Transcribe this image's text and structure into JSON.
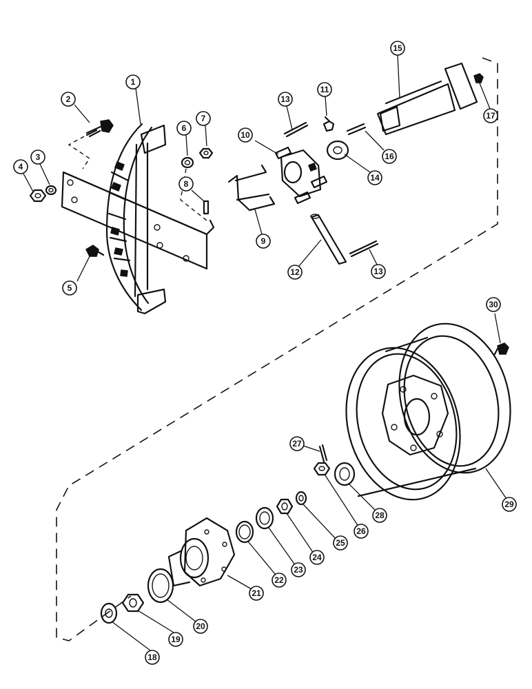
{
  "diagram": {
    "callouts": [
      {
        "id": "1",
        "label": "1"
      },
      {
        "id": "2",
        "label": "2"
      },
      {
        "id": "3",
        "label": "3"
      },
      {
        "id": "4",
        "label": "4"
      },
      {
        "id": "5",
        "label": "5"
      },
      {
        "id": "6",
        "label": "6"
      },
      {
        "id": "7",
        "label": "7"
      },
      {
        "id": "8",
        "label": "8"
      },
      {
        "id": "9",
        "label": "9"
      },
      {
        "id": "10",
        "label": "10"
      },
      {
        "id": "11",
        "label": "11"
      },
      {
        "id": "12",
        "label": "12"
      },
      {
        "id": "13a",
        "label": "13"
      },
      {
        "id": "13b",
        "label": "13"
      },
      {
        "id": "14",
        "label": "14"
      },
      {
        "id": "15",
        "label": "15"
      },
      {
        "id": "16",
        "label": "16"
      },
      {
        "id": "17",
        "label": "17"
      },
      {
        "id": "18",
        "label": "18"
      },
      {
        "id": "19",
        "label": "19"
      },
      {
        "id": "20",
        "label": "20"
      },
      {
        "id": "21",
        "label": "21"
      },
      {
        "id": "22",
        "label": "22"
      },
      {
        "id": "23",
        "label": "23"
      },
      {
        "id": "24",
        "label": "24"
      },
      {
        "id": "25",
        "label": "25"
      },
      {
        "id": "26",
        "label": "26"
      },
      {
        "id": "27",
        "label": "27"
      },
      {
        "id": "28",
        "label": "28"
      },
      {
        "id": "29",
        "label": "29"
      },
      {
        "id": "30",
        "label": "30"
      }
    ]
  }
}
